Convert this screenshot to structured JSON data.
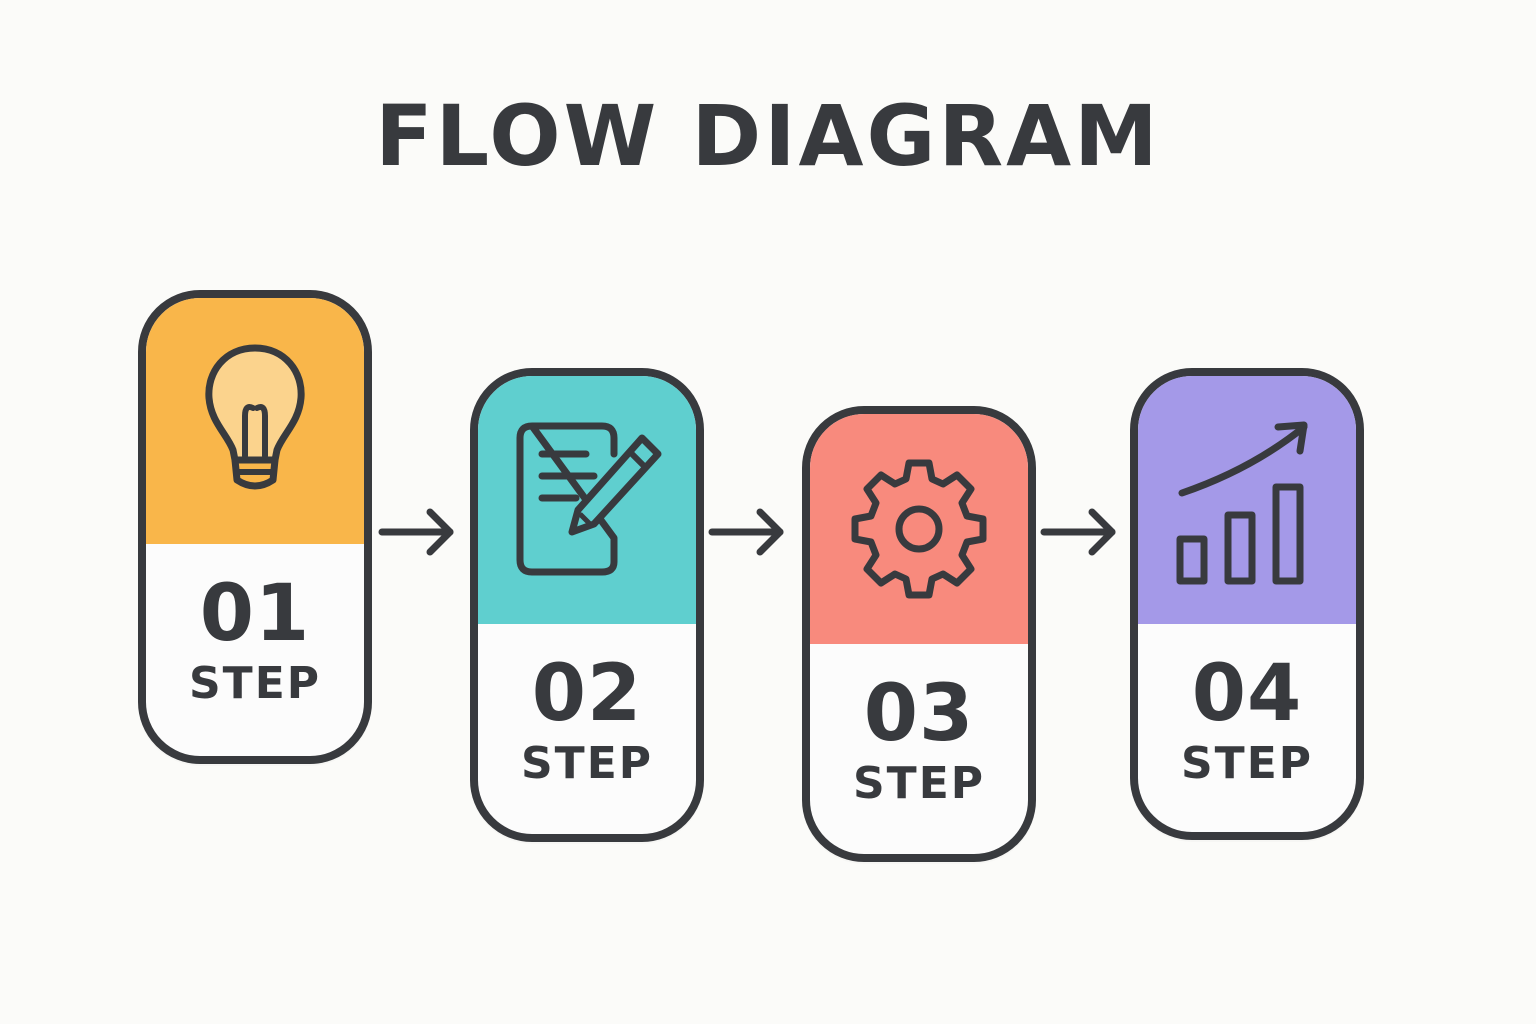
{
  "title": "FLOW DIAGRAM",
  "colors": {
    "outline": "#383a3e",
    "background": "#fbfbf9",
    "card_bottom": "#fcfcfc"
  },
  "steps": [
    {
      "number": "01",
      "label": "STEP",
      "icon": "lightbulb-icon",
      "color": "#f9b64a"
    },
    {
      "number": "02",
      "label": "STEP",
      "icon": "document-pencil-icon",
      "color": "#5fcfcf"
    },
    {
      "number": "03",
      "label": "STEP",
      "icon": "gear-icon",
      "color": "#f88a7d"
    },
    {
      "number": "04",
      "label": "STEP",
      "icon": "growth-chart-icon",
      "color": "#a499e8"
    }
  ],
  "connectors": [
    {
      "from": "01",
      "to": "02",
      "icon": "arrow-right-icon"
    },
    {
      "from": "02",
      "to": "03",
      "icon": "arrow-right-icon"
    },
    {
      "from": "03",
      "to": "04",
      "icon": "arrow-right-icon"
    }
  ]
}
